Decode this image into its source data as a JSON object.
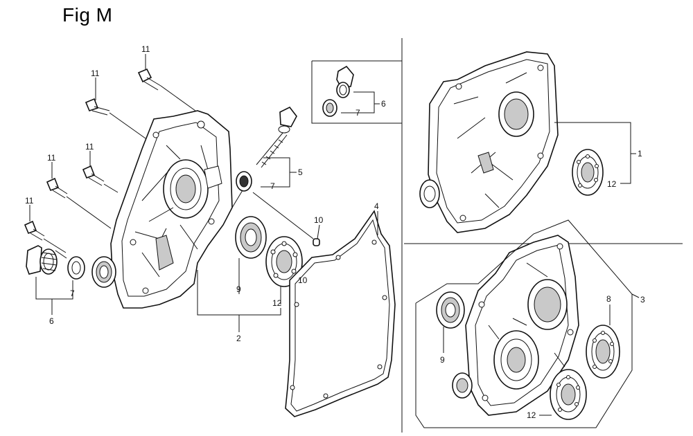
{
  "figure_title": "Fig M",
  "callouts": {
    "c11a": "11",
    "c11b": "11",
    "c11c": "11",
    "c11d": "11",
    "c11e": "11",
    "c6_main": "6",
    "c7_main": "7",
    "c5": "5",
    "c7_dip": "7",
    "c10a": "10",
    "c10b": "10",
    "c9": "9",
    "c12": "12",
    "c2": "2",
    "c4": "4",
    "c6_inset": "6",
    "c7_inset": "7",
    "c1": "1",
    "c12_r1": "12",
    "c3": "3",
    "c8": "8",
    "c9_r": "9",
    "c12_r2": "12"
  }
}
